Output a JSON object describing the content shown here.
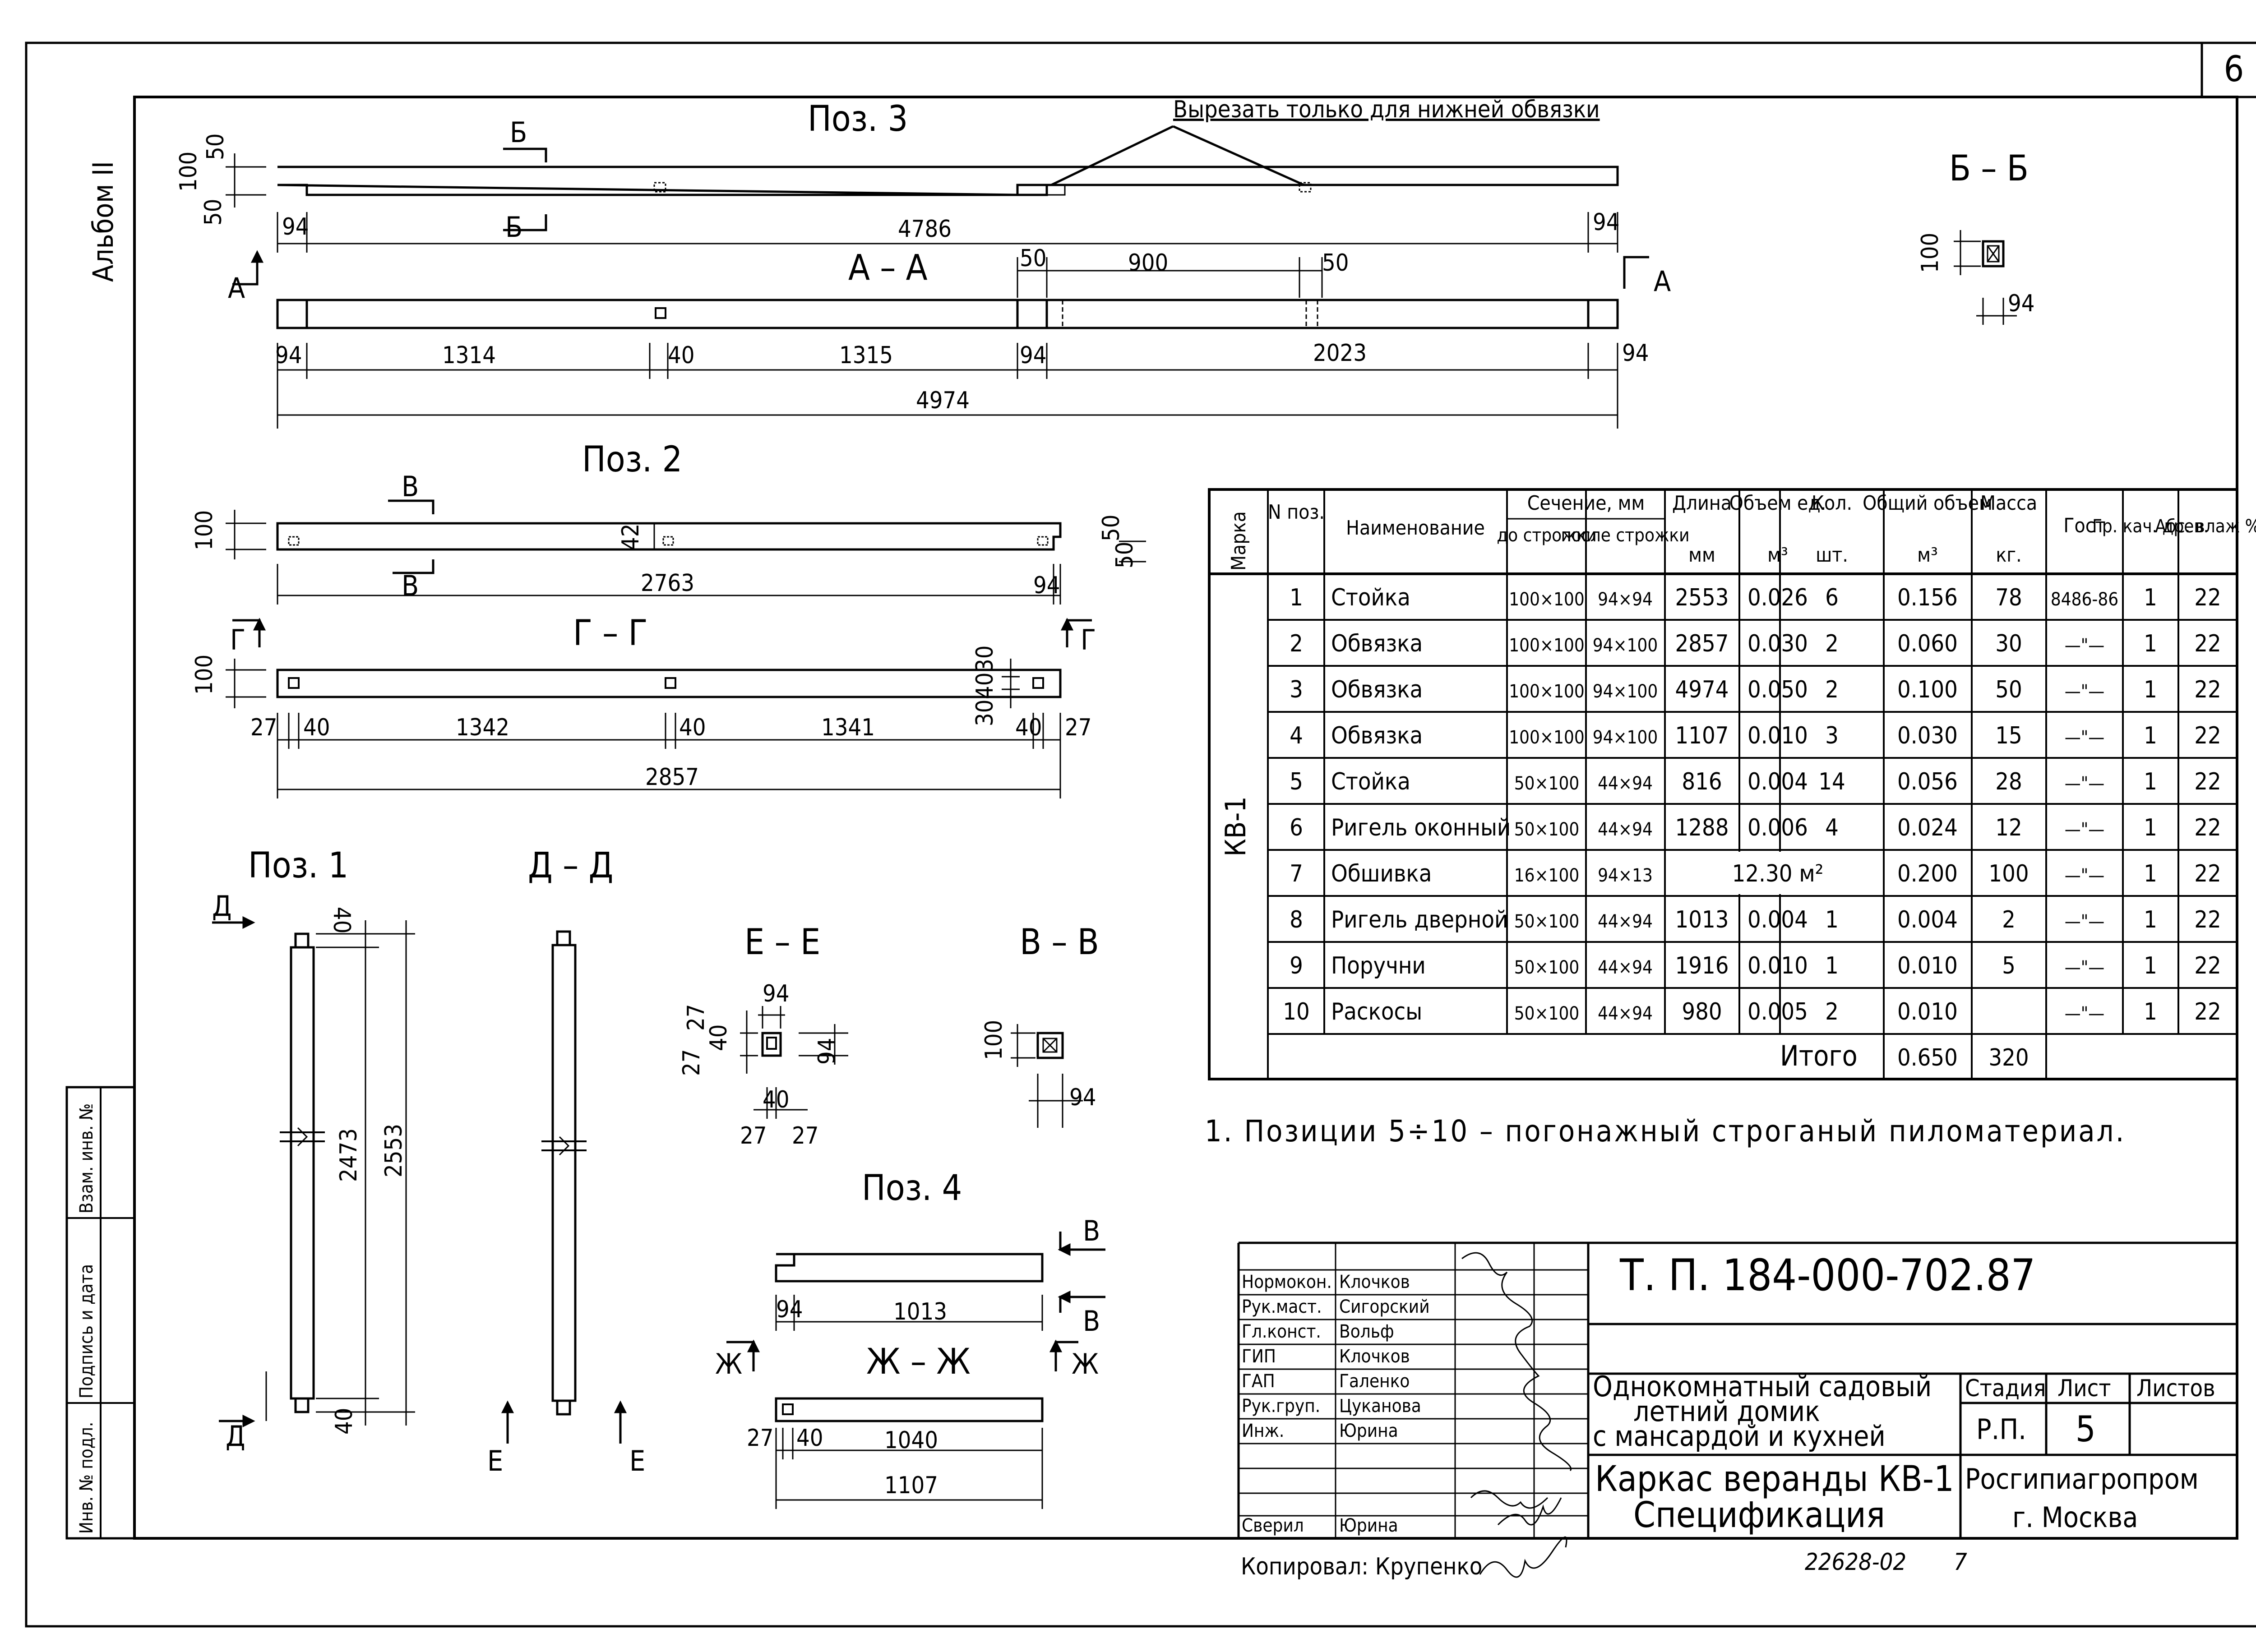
{
  "sheet": {
    "number": "6",
    "album_label": "Альбом II",
    "note": "1. Позиции 5÷10 – погонажный строганый пиломатериал."
  },
  "drawings": {
    "pos3": {
      "title": "Поз. 3",
      "callout": "Вырезать только для нижней обвязки",
      "section_aa": "А – А",
      "section_bb": "Б – Б",
      "mark_a": "А",
      "mark_b": "Б",
      "dims_side": [
        "100",
        "50",
        "50"
      ],
      "dims_top": [
        "94",
        "4786",
        "94"
      ],
      "dims_aa_top": [
        "50",
        "900",
        "50"
      ],
      "dims_bottom": [
        "94",
        "1314",
        "40",
        "1315",
        "94",
        "2023",
        "94"
      ],
      "dim_total": "4974",
      "bb_dims": [
        "100",
        "94"
      ]
    },
    "pos2": {
      "title": "Поз. 2",
      "section": "Г – Г",
      "mark_v": "В",
      "mark_g": "Г",
      "dims_top": [
        "100",
        "42",
        "2763",
        "94"
      ],
      "dims_side_right": [
        "50",
        "50"
      ],
      "dims_gg": [
        "100",
        "30",
        "40",
        "30"
      ],
      "dims_bottom": [
        "27",
        "40",
        "1342",
        "40",
        "1341",
        "40",
        "27"
      ],
      "dim_total": "2857"
    },
    "pos1": {
      "title": "Поз. 1",
      "section": "Д – Д",
      "mark_d": "Д",
      "mark_e": "Е",
      "dims": [
        "40",
        "2473",
        "2553",
        "40"
      ]
    },
    "ee": {
      "title": "Е – Е",
      "dims": [
        "94",
        "27",
        "40",
        "27",
        "94",
        "40",
        "27",
        "27"
      ]
    },
    "vv": {
      "title": "В – В",
      "dims": [
        "100",
        "94"
      ]
    },
    "pos4": {
      "title": "Поз. 4",
      "section": "Ж – Ж",
      "mark_b": "В",
      "mark_zh": "Ж",
      "dims_top": [
        "94",
        "1013"
      ],
      "dims_bottom": [
        "27",
        "40",
        "1040"
      ],
      "dim_total": "1107"
    }
  },
  "spec_table": {
    "headers": {
      "mark": "Марка",
      "pos": "N поз.",
      "name": "Наименование",
      "section": "Сечение, мм",
      "before": "до строжки",
      "after": "после строжки",
      "length": "Длина",
      "length_unit": "мм",
      "vol_unit": "Объем ед.",
      "vol_unit_u": "м³",
      "qty": "Кол.",
      "qty_u": "шт.",
      "vol_total": "Общий объем",
      "vol_total_u": "м³",
      "mass": "Масса",
      "mass_u": "кг.",
      "gost": "Гост",
      "grade": "Гр. кач. древ.",
      "moist": "Абс. влаж %"
    },
    "mark_value": "КВ-1",
    "rows": [
      {
        "pos": "1",
        "name": "Стойка",
        "before": "100×100",
        "after": "94×94",
        "length": "2553",
        "vol": "0.026",
        "qty": "6",
        "total": "0.156",
        "mass": "78",
        "gost": "8486-86",
        "grade": "1",
        "moist": "22"
      },
      {
        "pos": "2",
        "name": "Обвязка",
        "before": "100×100",
        "after": "94×100",
        "length": "2857",
        "vol": "0.030",
        "qty": "2",
        "total": "0.060",
        "mass": "30",
        "gost": "—\"—",
        "grade": "1",
        "moist": "22"
      },
      {
        "pos": "3",
        "name": "Обвязка",
        "before": "100×100",
        "after": "94×100",
        "length": "4974",
        "vol": "0.050",
        "qty": "2",
        "total": "0.100",
        "mass": "50",
        "gost": "—\"—",
        "grade": "1",
        "moist": "22"
      },
      {
        "pos": "4",
        "name": "Обвязка",
        "before": "100×100",
        "after": "94×100",
        "length": "1107",
        "vol": "0.010",
        "qty": "3",
        "total": "0.030",
        "mass": "15",
        "gost": "—\"—",
        "grade": "1",
        "moist": "22"
      },
      {
        "pos": "5",
        "name": "Стойка",
        "before": "50×100",
        "after": "44×94",
        "length": "816",
        "vol": "0.004",
        "qty": "14",
        "total": "0.056",
        "mass": "28",
        "gost": "—\"—",
        "grade": "1",
        "moist": "22"
      },
      {
        "pos": "6",
        "name": "Ригель оконный",
        "before": "50×100",
        "after": "44×94",
        "length": "1288",
        "vol": "0.006",
        "qty": "4",
        "total": "0.024",
        "mass": "12",
        "gost": "—\"—",
        "grade": "1",
        "moist": "22"
      },
      {
        "pos": "7",
        "name": "Обшивка",
        "before": "16×100",
        "after": "94×13",
        "length": "12.30 м²",
        "vol": "",
        "qty": "",
        "total": "0.200",
        "mass": "100",
        "gost": "—\"—",
        "grade": "1",
        "moist": "22"
      },
      {
        "pos": "8",
        "name": "Ригель дверной",
        "before": "50×100",
        "after": "44×94",
        "length": "1013",
        "vol": "0.004",
        "qty": "1",
        "total": "0.004",
        "mass": "2",
        "gost": "—\"—",
        "grade": "1",
        "moist": "22"
      },
      {
        "pos": "9",
        "name": "Поручни",
        "before": "50×100",
        "after": "44×94",
        "length": "1916",
        "vol": "0.010",
        "qty": "1",
        "total": "0.010",
        "mass": "5",
        "gost": "—\"—",
        "grade": "1",
        "moist": "22"
      },
      {
        "pos": "10",
        "name": "Раскосы",
        "before": "50×100",
        "after": "44×94",
        "length": "980",
        "vol": "0.005",
        "qty": "2",
        "total": "0.010",
        "mass": "",
        "gost": "—\"—",
        "grade": "1",
        "moist": "22"
      }
    ],
    "total_label": "Итого",
    "total_volume": "0.650",
    "total_mass": "320"
  },
  "title_block": {
    "doc_code": "Т. П. 184-000-702.87",
    "project": [
      "Однокомнатный садовый",
      "летний домик",
      "с мансардой и кухней"
    ],
    "sheet_title": [
      "Каркас веранды КВ-1",
      "Спецификация"
    ],
    "stage_h": "Стадия",
    "sheet_h": "Лист",
    "sheets_h": "Листов",
    "stage": "Р.П.",
    "sheet_no": "5",
    "org": [
      "Росгипиагропром",
      "г. Москва"
    ],
    "roles": [
      {
        "role": "Нормокон.",
        "name": "Клочков"
      },
      {
        "role": "Рук.маст.",
        "name": "Сигорский"
      },
      {
        "role": "Гл.конст.",
        "name": "Вольф"
      },
      {
        "role": "ГИП",
        "name": "Клочков"
      },
      {
        "role": "ГАП",
        "name": "Галенко"
      },
      {
        "role": "Рук.груп.",
        "name": "Цуканова"
      },
      {
        "role": "Инж.",
        "name": "Юрина"
      },
      {
        "role": "Сверил",
        "name": "Юрина"
      }
    ],
    "copied": "Копировал: Крупенко",
    "archive_no": "22628-02",
    "archive_sheet": "7"
  },
  "left_strip": [
    "Инв. № подл.",
    "Подпись и дата",
    "Взам. инв. №"
  ]
}
